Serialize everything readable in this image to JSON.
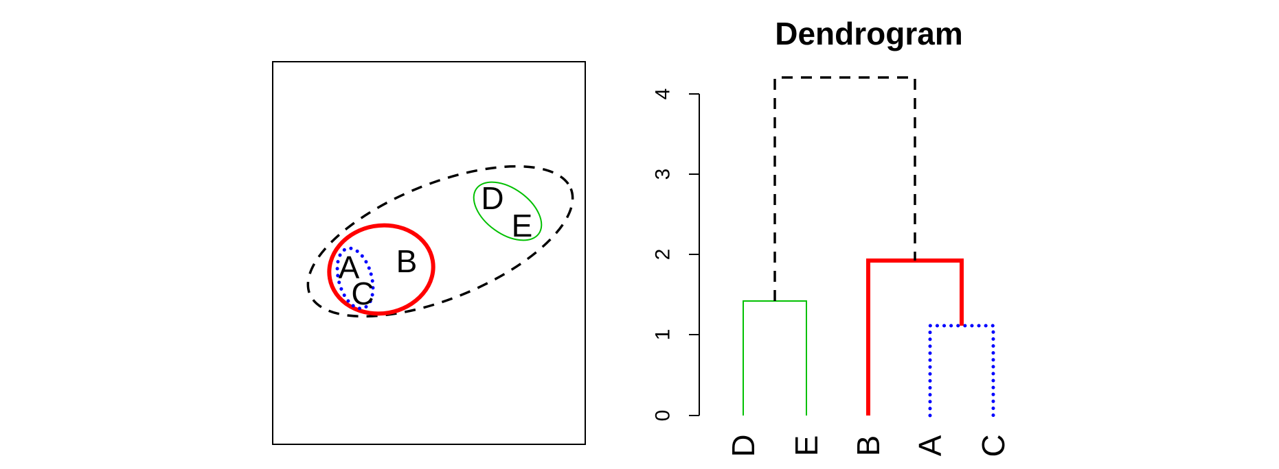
{
  "scatter_panel": {
    "points": [
      {
        "label": "A"
      },
      {
        "label": "B"
      },
      {
        "label": "C"
      },
      {
        "label": "D"
      },
      {
        "label": "E"
      }
    ],
    "cluster_outlines": [
      {
        "members": [
          "A",
          "C"
        ],
        "color": "#0000FF",
        "style": "dotted"
      },
      {
        "members": [
          "A",
          "B",
          "C"
        ],
        "color": "#FF0000",
        "style": "solid-thick"
      },
      {
        "members": [
          "D",
          "E"
        ],
        "color": "#00C000",
        "style": "solid-thin"
      },
      {
        "members": [
          "A",
          "B",
          "C",
          "D",
          "E"
        ],
        "color": "#000000",
        "style": "dashed"
      }
    ]
  },
  "chart_data": {
    "type": "dendrogram",
    "title": "Dendrogram",
    "ylim": [
      0,
      4
    ],
    "yticks": [
      "0",
      "1",
      "2",
      "3",
      "4"
    ],
    "leaves": [
      "D",
      "E",
      "B",
      "A",
      "C"
    ],
    "merges": [
      {
        "left": "A",
        "right": "C",
        "height": 1.1,
        "color": "#0000FF",
        "style": "dotted"
      },
      {
        "left": "D",
        "right": "E",
        "height": 1.4,
        "color": "#00C000",
        "style": "solid-thin"
      },
      {
        "left": "B",
        "right": "A+C",
        "height": 1.92,
        "color": "#FF0000",
        "style": "solid-thick"
      },
      {
        "left": "D+E",
        "right": "A+B+C",
        "height": 4.2,
        "color": "#000000",
        "style": "dashed"
      }
    ]
  }
}
